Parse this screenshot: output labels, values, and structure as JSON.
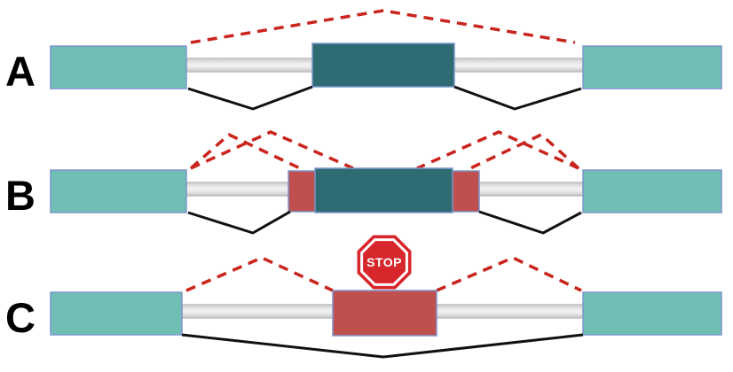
{
  "figure": {
    "title": "alternative-splicing-diagram",
    "row_labels": {
      "a": "A",
      "b": "B",
      "c": "C"
    },
    "stop_label": "STOP",
    "colors": {
      "background": "#FFFFFF",
      "flanking_exon": "#6FBFB5",
      "alt_exon_dark": "#2E6B73",
      "alt_exon_red": "#C0504D",
      "intron_border": "#BDBDBD",
      "exon_border": "#7D96CE",
      "splice_dashed": "#C9241D",
      "splice_solid": "#111111",
      "stop_sign": "#D7262C",
      "label_color": "#000000"
    }
  }
}
